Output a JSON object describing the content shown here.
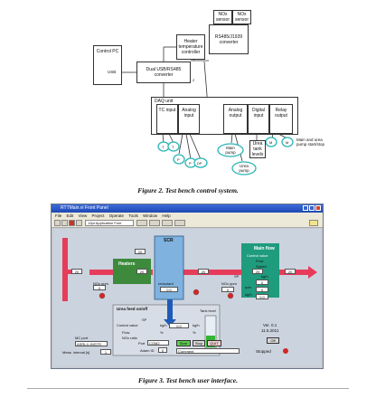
{
  "figure2": {
    "caption": "Figure 2. Test bench control system.",
    "boxes": {
      "control_pc": "Control PC",
      "usb": "USB",
      "dual_converter": "Dual USB/RS485 converter",
      "heater_controller": "Heater temperature controller",
      "rs485_converter": "RS485/J1939 converter",
      "nox_sensor_1": "NOx sensor",
      "nox_sensor_2": "NOx sensor",
      "daq_unit": "DAQ unit",
      "tc_input": "TC input",
      "analog_input": "Analog input",
      "analog_output": "Analog output",
      "digital_input": "Digital input",
      "relay_output": "Relay output",
      "main_pump": "Main pump",
      "urea_pump": "Urea pump",
      "urea_tank_levels": "Urea tank levels",
      "pump_note": "Main and urea pump start/stop",
      "port_1": "1",
      "port_2": "2"
    },
    "sensor_letters": [
      "T",
      "T",
      "P",
      "P",
      "DP"
    ],
    "motor_letter": "M"
  },
  "figure3": {
    "caption": "Figure 3. Test bench user interface.",
    "window_title": "RTTMain.vi Front Panel",
    "menu": [
      "File",
      "Edit",
      "View",
      "Project",
      "Operate",
      "Tools",
      "Window",
      "Help"
    ],
    "font_selector": "13pt Application Font",
    "heaters_label": "Heaters",
    "scr_label": "SCR",
    "reductant_label": "reductant",
    "main_flow_label": "Main flow",
    "control_value": "Control value",
    "flow": "Flow",
    "speed": "Speed",
    "urea_feed_label": "Urea feed  on/off",
    "tank_level": "Tank level",
    "nox_ppm": "NOx ppm",
    "sp": "SP",
    "kg_h": "kg/h",
    "percent": "%",
    "nox_ratio": "NOx ratio",
    "rpm": "rpm",
    "version": "Ver. 0.1",
    "date": "11.5.2011",
    "mc_port_label": "MC port",
    "mc_port_value": "ASRL4::INSTR",
    "port_label": "Port",
    "port_value": "COM2",
    "adam_id_label": "Adam ID",
    "meas_interval_label": "Meas. interval [s]",
    "meas_interval_value": "1",
    "start": "Start",
    "stop": "Stop",
    "quit": "QUIT",
    "comment": "Comment",
    "stopped": "Stopped",
    "off": "Off",
    "temp_values": [
      "20",
      "20",
      "20",
      "20",
      "20",
      "20"
    ],
    "small_values": [
      "0",
      "0",
      "0.0",
      "0.0",
      "0",
      "0"
    ],
    "rate_value": "0.0"
  }
}
